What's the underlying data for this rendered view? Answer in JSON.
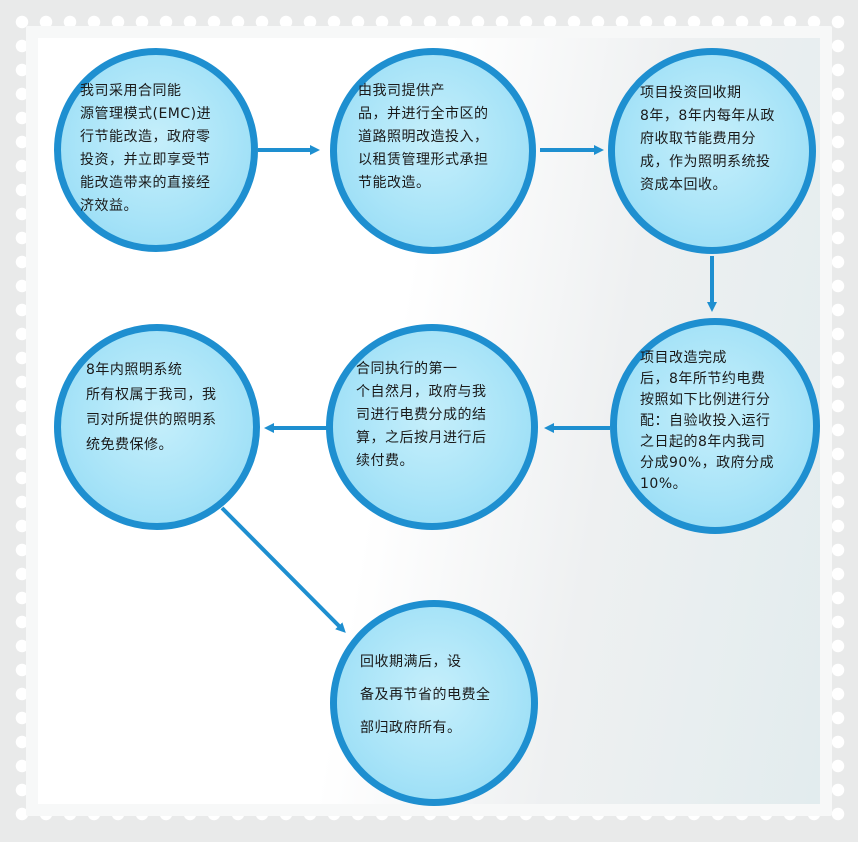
{
  "nodes": [
    {
      "id": "n1",
      "text": "  我司采用合同能\n源管理模式(EMC)进\n行节能改造，政府零\n投资，并立即享受节\n能改造带来的直接经\n济效益。"
    },
    {
      "id": "n2",
      "text": "  由我司提供产\n品，并进行全市区的\n道路照明改造投入，\n以租赁管理形式承担\n节能改造。"
    },
    {
      "id": "n3",
      "text": "  项目投资回收期\n8年，8年内每年从政\n府收取节能费用分\n成，作为照明系统投\n资成本回收。"
    },
    {
      "id": "n4",
      "text": "  项目改造完成\n后，8年所节约电费\n按照如下比例进行分\n配：自验收投入运行\n之日起的8年内我司\n分成90%，政府分成\n10%。"
    },
    {
      "id": "n5",
      "text": "  合同执行的第一\n个自然月，政府与我\n司进行电费分成的结\n算，之后按月进行后\n续付费。"
    },
    {
      "id": "n6",
      "text": "  8年内照明系统\n所有权属于我司，我\n司对所提供的照明系\n统免费保修。"
    },
    {
      "id": "n7",
      "text": "  回收期满后，设\n备及再节省的电费全\n部归政府所有。"
    }
  ],
  "colors": {
    "ring": "#1e8fd0",
    "fill": "#a9e4f8",
    "arrow": "#1e8fd0"
  }
}
